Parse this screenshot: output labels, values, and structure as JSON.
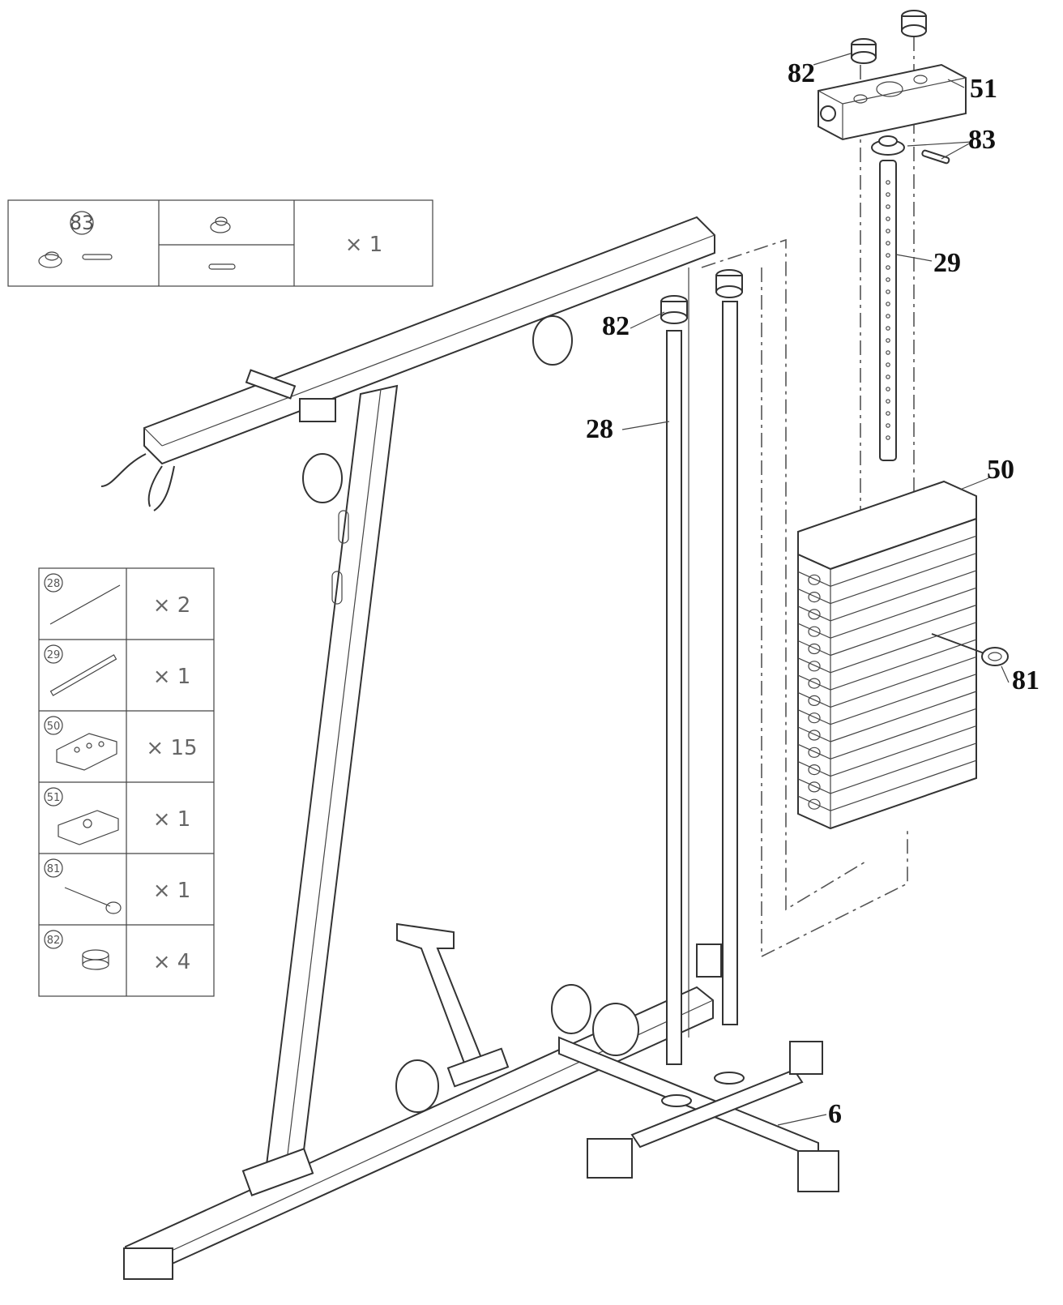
{
  "callouts": {
    "c82a": "82",
    "c51": "51",
    "c83": "83",
    "c29": "29",
    "c82b": "82",
    "c28": "28",
    "c50": "50",
    "c81": "81",
    "c6": "6"
  },
  "top_legend": {
    "part": "83",
    "qty": "× 1"
  },
  "parts_list": [
    {
      "part": "28",
      "qty": "× 2"
    },
    {
      "part": "29",
      "qty": "× 1"
    },
    {
      "part": "50",
      "qty": "× 15"
    },
    {
      "part": "51",
      "qty": "× 1"
    },
    {
      "part": "81",
      "qty": "× 1"
    },
    {
      "part": "82",
      "qty": "× 4"
    }
  ]
}
